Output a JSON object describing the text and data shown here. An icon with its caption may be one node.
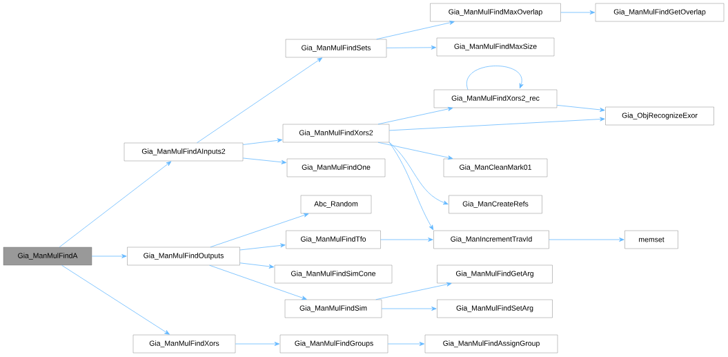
{
  "diagram": {
    "nodes": [
      {
        "text": [
          "Gia_ManMulFindA"
        ]
      },
      {
        "text": [
          "Gia_ManMulFindAInputs2"
        ]
      },
      {
        "text": [
          "Gia_ManMulFindOutputs"
        ]
      },
      {
        "text": [
          "Gia_ManMulFindXors"
        ]
      },
      {
        "text": [
          "Gia_ManMulFindSets"
        ]
      },
      {
        "text": [
          "Gia_ManMulFindXors2"
        ]
      },
      {
        "text": [
          "Gia_ManMulFindOne"
        ]
      },
      {
        "text": [
          "Abc_Random"
        ]
      },
      {
        "text": [
          "Gia_ManMulFindTfo"
        ]
      },
      {
        "text": [
          "Gia_ManMulFindSimCone"
        ]
      },
      {
        "text": [
          "Gia_ManMulFindSim"
        ]
      },
      {
        "text": [
          "Gia_ManMulFindGroups"
        ]
      },
      {
        "text": [
          "Gia_ManMulFindMaxOverlap"
        ]
      },
      {
        "text": [
          "Gia_ManMulFindMaxSize"
        ]
      },
      {
        "text": [
          "Gia_ManMulFindXors2_rec"
        ]
      },
      {
        "text": [
          "Gia_ManCleanMark01"
        ]
      },
      {
        "text": [
          "Gia_ManCreateRefs"
        ]
      },
      {
        "text": [
          "Gia_ManIncrementTravId"
        ]
      },
      {
        "text": [
          "Gia_ManMulFindGetArg"
        ]
      },
      {
        "text": [
          "Gia_ManMulFindSetArg"
        ]
      },
      {
        "text": [
          "Gia_ManMulFindAssignGroup"
        ]
      },
      {
        "text": [
          "Gia_ManMulFindGetOverlap"
        ]
      },
      {
        "text": [
          "Gia_ObjRecognizeExor"
        ]
      },
      {
        "text": [
          "memset"
        ]
      }
    ],
    "edges": [
      {
        "from": 0,
        "to": 1,
        "arrow": "to"
      },
      {
        "from": 0,
        "to": 2,
        "arrow": "to"
      },
      {
        "from": 0,
        "to": 3,
        "arrow": "to"
      },
      {
        "from": 1,
        "to": 4,
        "arrow": "to"
      },
      {
        "from": 1,
        "to": 5,
        "arrow": "to"
      },
      {
        "from": 1,
        "to": 6,
        "arrow": "to"
      },
      {
        "from": 2,
        "to": 7,
        "arrow": "to"
      },
      {
        "from": 2,
        "to": 8,
        "arrow": "to"
      },
      {
        "from": 2,
        "to": 9,
        "arrow": "to"
      },
      {
        "from": 2,
        "to": 10,
        "arrow": "to"
      },
      {
        "from": 3,
        "to": 11,
        "arrow": "to"
      },
      {
        "from": 4,
        "to": 12,
        "arrow": "to"
      },
      {
        "from": 4,
        "to": 13,
        "arrow": "to"
      },
      {
        "from": 12,
        "to": 21,
        "arrow": "to"
      },
      {
        "from": 5,
        "to": 14,
        "arrow": "to"
      },
      {
        "from": 5,
        "to": 22,
        "arrow": "to"
      },
      {
        "from": 5,
        "to": 15,
        "arrow": "to"
      },
      {
        "from": 5,
        "to": 16,
        "arrow": "to"
      },
      {
        "from": 5,
        "to": 17,
        "arrow": "to"
      },
      {
        "from": 14,
        "to": 14,
        "arrow": "to"
      },
      {
        "from": 14,
        "to": 22,
        "arrow": "to"
      },
      {
        "from": 8,
        "to": 17,
        "arrow": "to"
      },
      {
        "from": 17,
        "to": 23,
        "arrow": "to"
      },
      {
        "from": 10,
        "to": 18,
        "arrow": "to"
      },
      {
        "from": 10,
        "to": 19,
        "arrow": "to"
      },
      {
        "from": 11,
        "to": 20,
        "arrow": "to"
      }
    ]
  }
}
